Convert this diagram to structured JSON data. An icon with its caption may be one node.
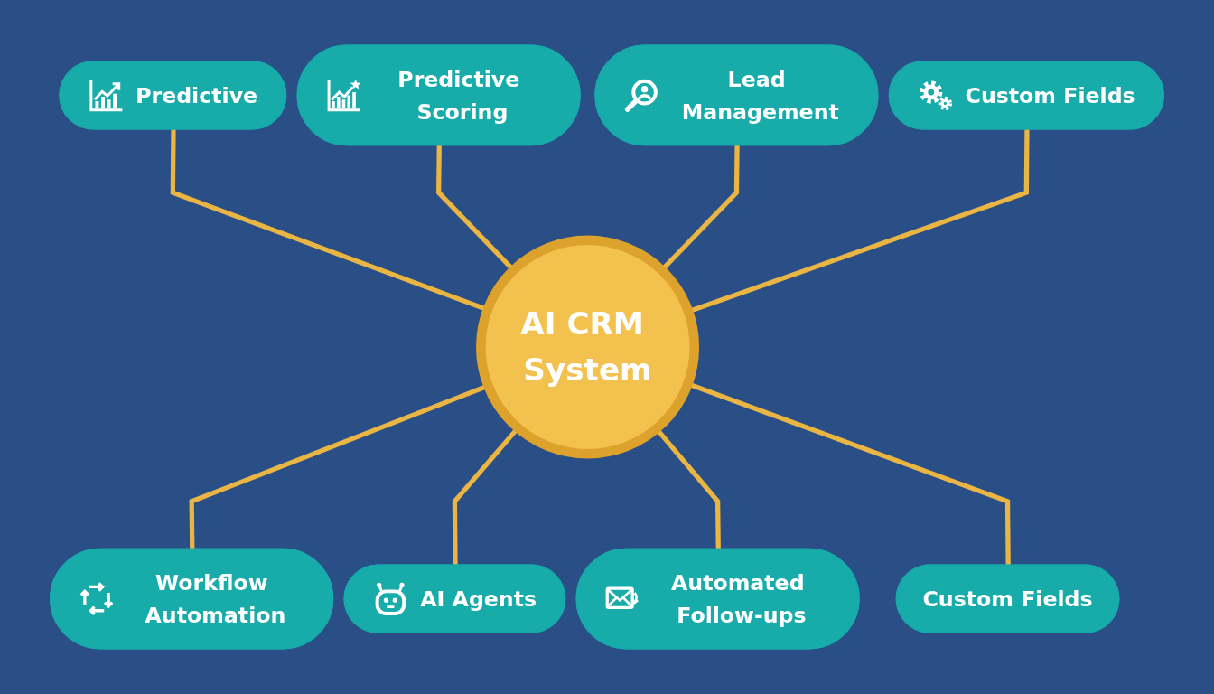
{
  "diagram": {
    "nodes": [
      {
        "text": [
          "Lead Management"
        ]
      },
      {
        "text": [
          "Predictive Scoring"
        ]
      },
      {
        "text": [
          "Custom Fields"
        ]
      },
      {
        "text": [
          "Predictive"
        ]
      },
      {
        "text": [
          "AI CRM System"
        ]
      },
      {
        "text": [
          "Custom Fields"
        ]
      },
      {
        "text": [
          "Workflow Automation"
        ]
      },
      {
        "text": [
          "Automated Follow-ups"
        ]
      },
      {
        "text": [
          "AI Agents"
        ]
      }
    ],
    "edges": [
      {
        "from": 3,
        "to": 4,
        "arrow": "none"
      },
      {
        "from": 1,
        "to": 4,
        "arrow": "none"
      },
      {
        "from": 0,
        "to": 4,
        "arrow": "none"
      },
      {
        "from": 2,
        "to": 4,
        "arrow": "none"
      },
      {
        "from": 4,
        "to": 6,
        "arrow": "none"
      },
      {
        "from": 4,
        "to": 8,
        "arrow": "none"
      },
      {
        "from": 4,
        "to": 7,
        "arrow": "none"
      },
      {
        "from": 4,
        "to": 5,
        "arrow": "none"
      }
    ]
  }
}
